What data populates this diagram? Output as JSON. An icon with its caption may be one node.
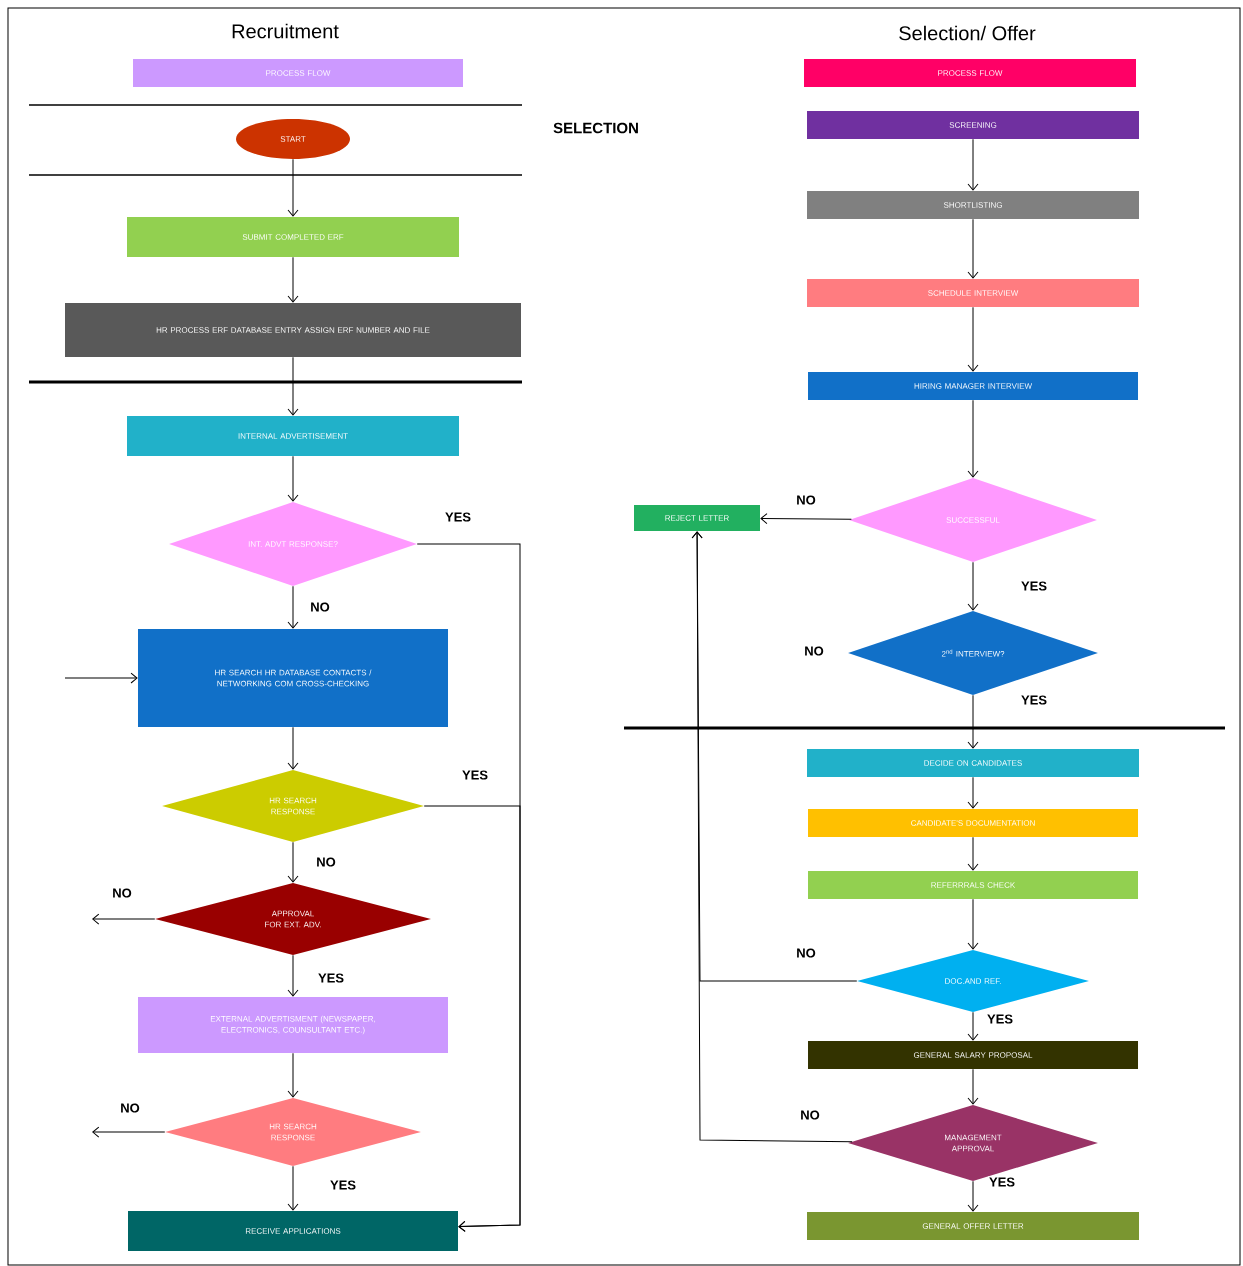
{
  "diagram": {
    "nodes": [
      {
        "text": [
          "PROCESS FLOW"
        ]
      },
      {
        "text": [
          "START"
        ]
      },
      {
        "text": [
          "SUBMIT COMPLETED ERF"
        ]
      },
      {
        "text": [
          "HR PROCESS ERF DATABASE ENTRY ASSIGN ERF NUMBER AND FILE"
        ]
      },
      {
        "text": [
          "INTERNAL ADVERTISEMENT"
        ]
      },
      {
        "text": [
          "INT. ADVT RESPONSE?"
        ]
      },
      {
        "text": [
          "HR SEARCH HR DATABASE CONTACTS / NETWORKING COM CROSS-CHECKING"
        ]
      },
      {
        "text": [
          "HR SEARCH RESPONSE"
        ]
      },
      {
        "text": [
          "APPROVAL FOR EXT. ADV."
        ]
      },
      {
        "text": [
          "EXTERNAL ADVERTISMENT (NEWSPAPER, ELECTRONICS, COUNSULTANT ETC.)"
        ]
      },
      {
        "text": [
          "HR SEARCH RESPONSE"
        ]
      },
      {
        "text": [
          "RECEIVE APPLICATIONS"
        ]
      },
      {
        "text": [
          "PROCESS FLOW"
        ]
      },
      {
        "text": [
          "SCREENING"
        ]
      },
      {
        "text": [
          "SHORTLISTING"
        ]
      },
      {
        "text": [
          "SCHEDULE INTERVIEW"
        ]
      },
      {
        "text": [
          "HIRING MANAGER INTERVIEW"
        ]
      },
      {
        "text": [
          "REJECT LETTER"
        ]
      },
      {
        "text": [
          "SUCCESSFUL"
        ]
      },
      {
        "text": [
          "2$^{nd}$ INTERVIEW?"
        ]
      },
      {
        "text": [
          "DECIDE ON CANDIDATES"
        ]
      },
      {
        "text": [
          "CANDIDATE'S DOCUMENTATION"
        ]
      },
      {
        "text": [
          "REFERRRALS CHECK"
        ]
      },
      {
        "text": [
          "DOC.AND REF."
        ]
      },
      {
        "text": [
          "GENERAL SALARY PROPOSAL"
        ]
      },
      {
        "text": [
          "MANAGEMENT APPROVAL"
        ]
      },
      {
        "text": [
          "GENERAL OFFER LETTER"
        ]
      }
    ],
    "edges": [
      {
        "from": 1,
        "to": 2,
        "arrow": "to"
      },
      {
        "from": 2,
        "to": 3,
        "arrow": "to"
      },
      {
        "from": 3,
        "to": 4,
        "arrow": "to"
      },
      {
        "from": 4,
        "to": 5,
        "arrow": "to"
      },
      {
        "from": 5,
        "to": 6,
        "arrow": "to",
        "label": "NO"
      },
      {
        "from": 5,
        "to": 11,
        "arrow": "to",
        "label": "YES"
      },
      {
        "from": null,
        "to": 6,
        "arrow": "to"
      },
      {
        "from": 6,
        "to": 7,
        "arrow": "to"
      },
      {
        "from": 7,
        "to": 11,
        "arrow": "to",
        "label": "YES"
      },
      {
        "from": 7,
        "to": 8,
        "arrow": "to",
        "label": "NO"
      },
      {
        "from": 8,
        "to": null,
        "arrow": "to",
        "label": "NO"
      },
      {
        "from": 8,
        "to": 9,
        "arrow": "to",
        "label": "YES"
      },
      {
        "from": 9,
        "to": 10,
        "arrow": "to"
      },
      {
        "from": 10,
        "to": null,
        "arrow": "to",
        "label": "NO"
      },
      {
        "from": 10,
        "to": 11,
        "arrow": "to",
        "label": "YES"
      },
      {
        "from": 13,
        "to": 14,
        "arrow": "to"
      },
      {
        "from": 14,
        "to": 15,
        "arrow": "to"
      },
      {
        "from": 15,
        "to": 16,
        "arrow": "to"
      },
      {
        "from": 16,
        "to": 18,
        "arrow": "to"
      },
      {
        "from": 18,
        "to": 17,
        "arrow": "to",
        "label": "NO"
      },
      {
        "from": 18,
        "to": 19,
        "arrow": "to",
        "label": "YES"
      },
      {
        "from": 19,
        "to": 20,
        "arrow": "to",
        "label": "YES"
      },
      {
        "from": 20,
        "to": 21,
        "arrow": "to"
      },
      {
        "from": 21,
        "to": 22,
        "arrow": "to"
      },
      {
        "from": 22,
        "to": 23,
        "arrow": "to"
      },
      {
        "from": 23,
        "to": 17,
        "arrow": "to",
        "label": "NO"
      },
      {
        "from": 23,
        "to": 24,
        "arrow": "to",
        "label": "YES"
      },
      {
        "from": 24,
        "to": 25,
        "arrow": "to"
      },
      {
        "from": 25,
        "to": 17,
        "arrow": "to",
        "label": "NO"
      },
      {
        "from": 25,
        "to": 26,
        "arrow": "to",
        "label": "YES"
      }
    ],
    "labels": [
      "Recruitment",
      "Selection/ Offer",
      "SELECTION",
      "NO"
    ]
  }
}
